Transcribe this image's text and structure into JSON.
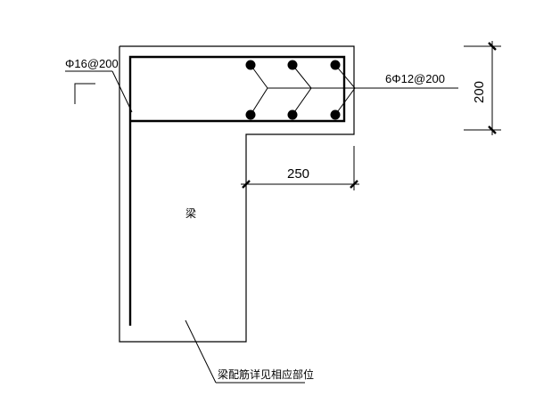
{
  "labels": {
    "top_left_rebar": "Φ16@200",
    "right_rebar": "6Φ12@200",
    "dim_horizontal": "250",
    "dim_vertical": "200",
    "beam": "梁",
    "beam_note": "梁配筋详见相应部位"
  }
}
